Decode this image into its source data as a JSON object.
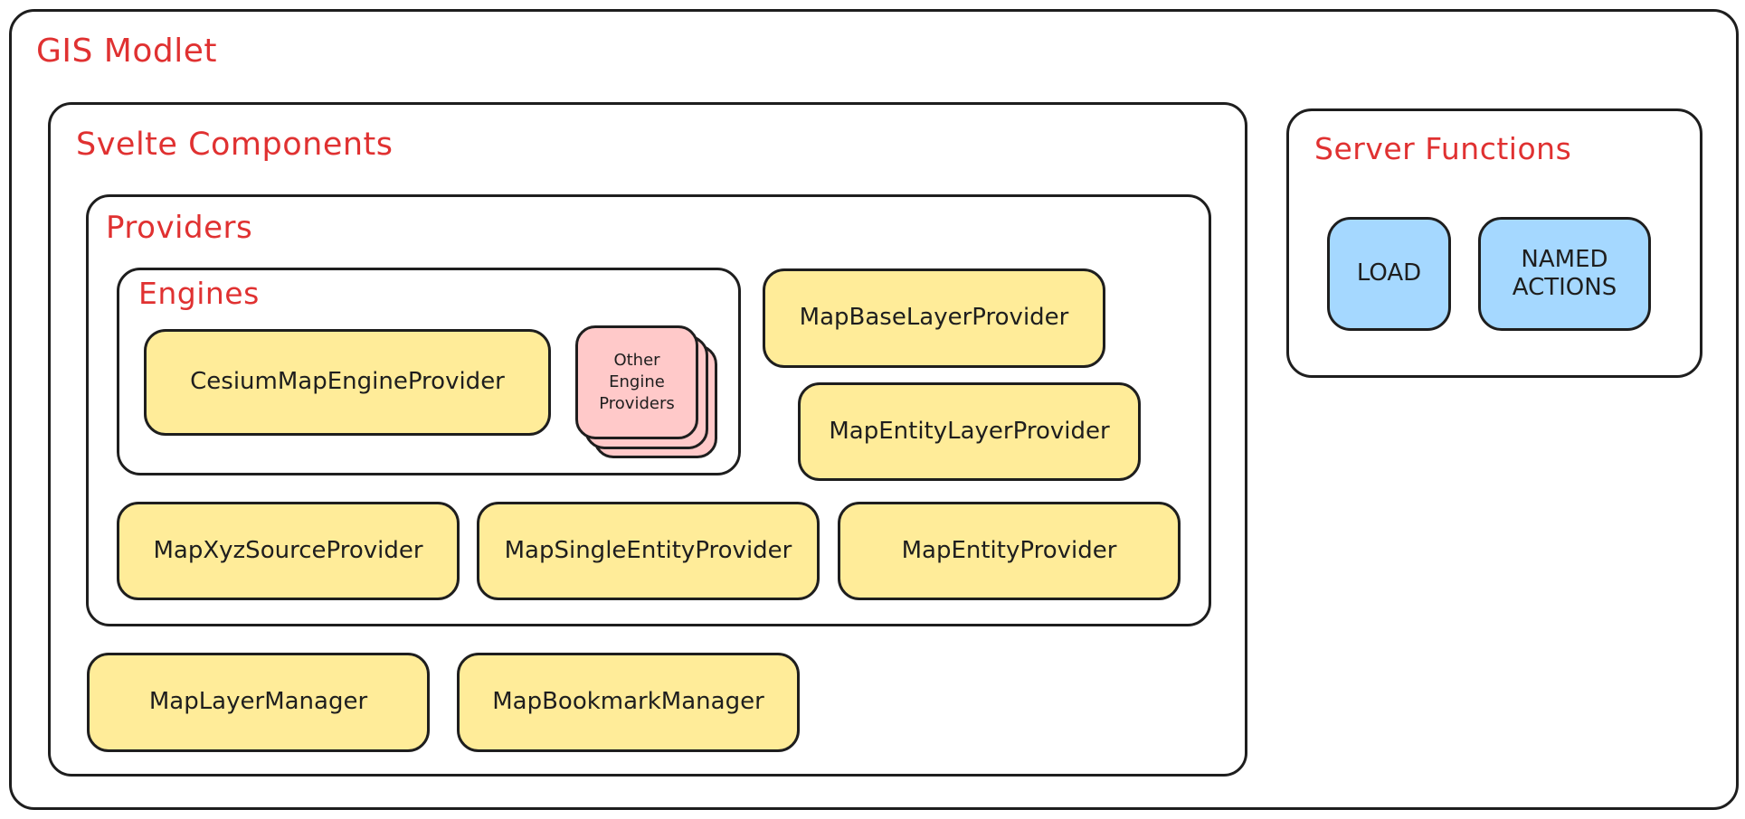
{
  "diagram": {
    "title": "GIS Modlet",
    "svelte_components": {
      "title": "Svelte Components",
      "providers": {
        "title": "Providers",
        "engines": {
          "title": "Engines",
          "cesium": "CesiumMapEngineProvider",
          "other": "Other\nEngine\nProviders"
        },
        "base_layer": "MapBaseLayerProvider",
        "entity_layer": "MapEntityLayerProvider",
        "xyz_source": "MapXyzSourceProvider",
        "single_entity": "MapSingleEntityProvider",
        "entity": "MapEntityProvider"
      },
      "layer_manager": "MapLayerManager",
      "bookmark_manager": "MapBookmarkManager"
    },
    "server_functions": {
      "title": "Server Functions",
      "load": "LOAD",
      "named_actions": "NAMED\nACTIONS"
    }
  },
  "colors": {
    "title_text": "#e03131",
    "stroke": "#1e1e1e",
    "component_fill": "#ffec99",
    "engine_other_fill": "#ffc9c9",
    "server_fn_fill": "#a5d8ff"
  }
}
